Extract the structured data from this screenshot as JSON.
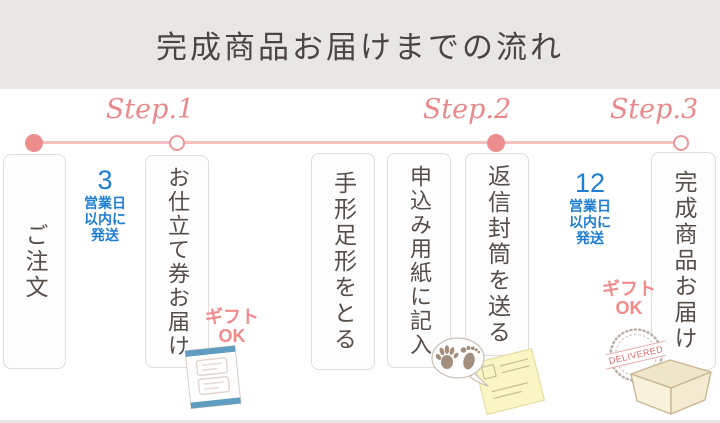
{
  "page": {
    "title": "完成商品お届けまでの流れ"
  },
  "steps": [
    {
      "label": "Step.1"
    },
    {
      "label": "Step.2"
    },
    {
      "label": "Step.3"
    }
  ],
  "stages": [
    {
      "label": "ご注文"
    },
    {
      "label": "お仕立て券お届け"
    },
    {
      "label": "手形足形をとる"
    },
    {
      "label": "申込み用紙に記入"
    },
    {
      "label": "返信封筒を送る"
    },
    {
      "label": "完成商品お届け"
    }
  ],
  "shipping_notes": [
    {
      "number": "3",
      "lines": [
        "営業日",
        "以内に",
        "発送"
      ]
    },
    {
      "number": "12",
      "lines": [
        "営業日",
        "以内に",
        "発送"
      ]
    }
  ],
  "gift_note": {
    "line1": "ギフト",
    "line2": "OK"
  },
  "stamp": {
    "text": "DELIVERED"
  },
  "icons": {
    "ticket": "gift-ticket-icon",
    "prints": "hand-foot-print-icon",
    "postcard": "reply-postcard-icon",
    "stamp": "delivered-stamp-icon",
    "box": "delivery-box-icon"
  },
  "colors": {
    "accent_pink": "#ee8d8e",
    "line_pink": "#f5c0c1",
    "step_pink": "#e8898b",
    "gift_pink": "#f18a8a",
    "blue": "#1f7ed3",
    "text_dark": "#564e49",
    "band_gray": "#e9e7e5"
  }
}
